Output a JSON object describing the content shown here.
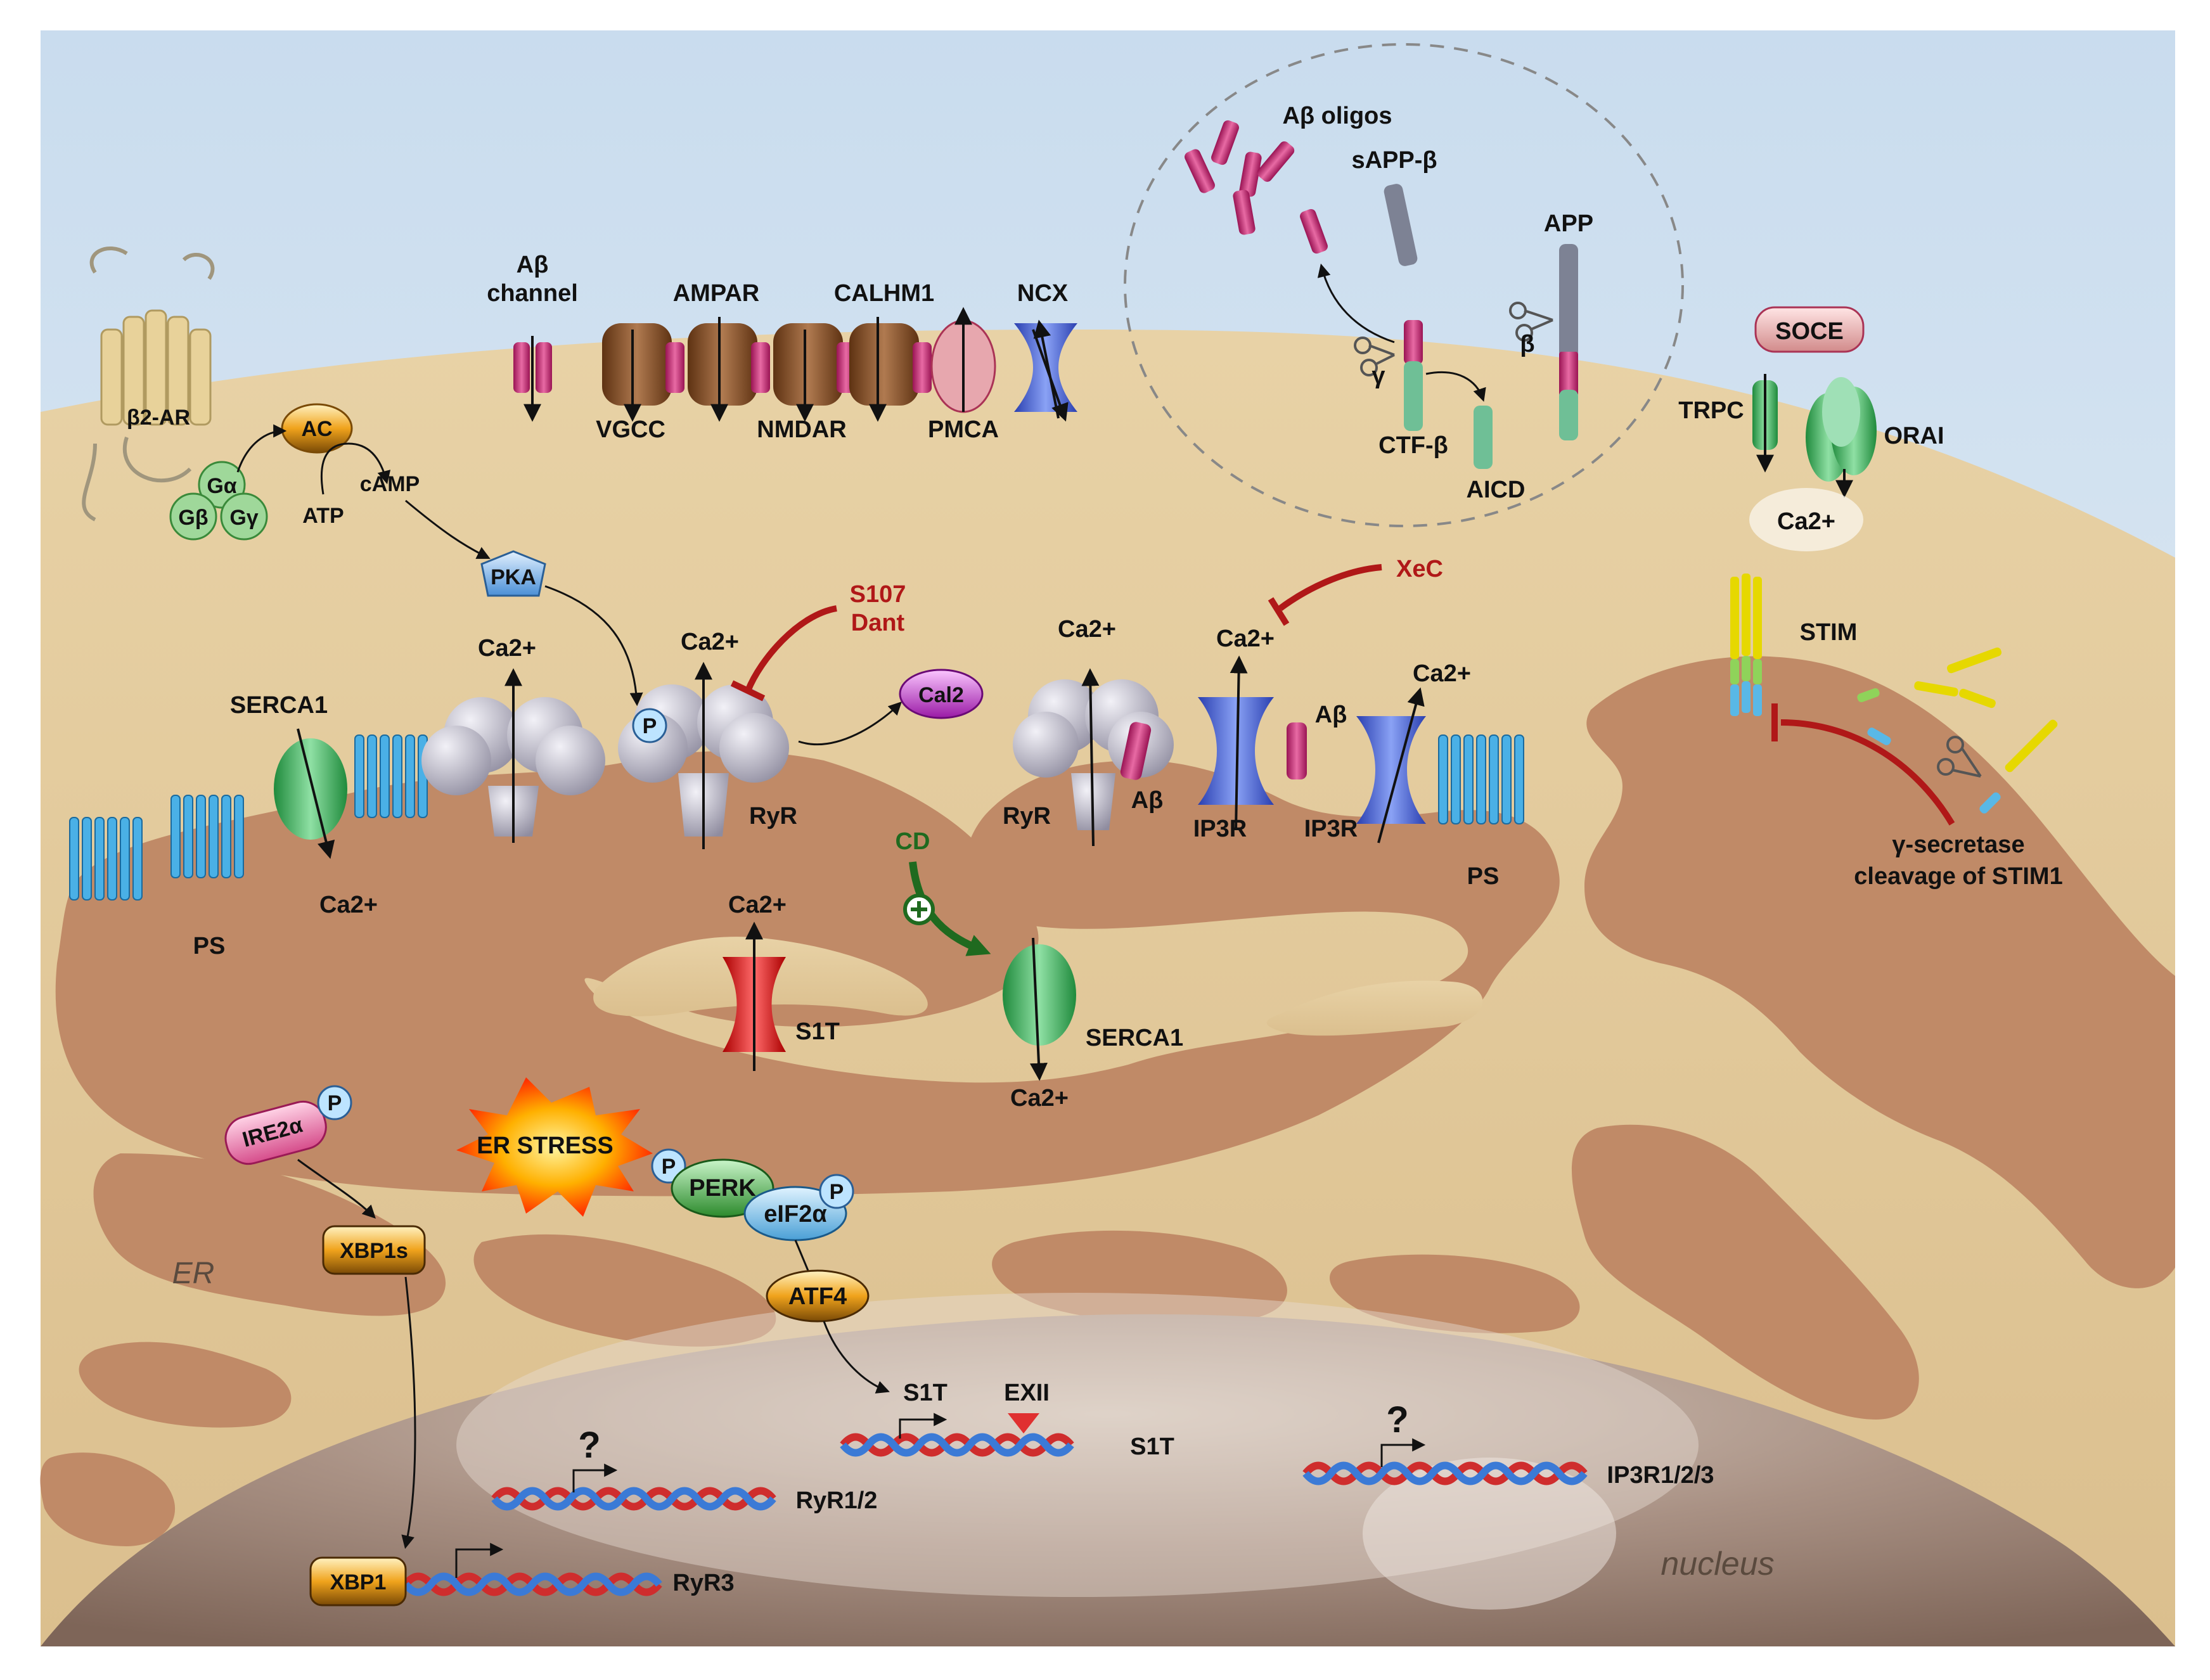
{
  "membrane_labels": {
    "abeta_channel": [
      "Aβ",
      "channel"
    ],
    "vgcc": "VGCC",
    "ampar": "AMPAR",
    "nmdar": "NMDAR",
    "calhm1": "CALHM1",
    "pmca": "PMCA",
    "ncx": "NCX",
    "b2ar": "β2-AR",
    "ac": "AC",
    "g_alpha": "Gα",
    "g_beta": "Gβ",
    "g_gamma": "Gγ",
    "atp": "ATP",
    "camp": "cAMP",
    "pka": "PKA",
    "trpc": "TRPC",
    "orai": "ORAI",
    "soce": "SOCE",
    "ca_soce": "Ca2+"
  },
  "app_processing": {
    "abeta_oligos": "Aβ oligos",
    "sapp_beta": "sAPP-β",
    "app": "APP",
    "gamma": "γ",
    "beta": "β",
    "ctf_beta": "CTF-β",
    "aicd": "AICD"
  },
  "er_labels": {
    "ca_ryr_left": "Ca2+",
    "ca_ryr_mid": "Ca2+",
    "ca_ryr_right": "Ca2+",
    "ca_ip3r_mid": "Ca2+",
    "ca_ip3r_right": "Ca2+",
    "ca_serca_left": "Ca2+",
    "ca_s1t": "Ca2+",
    "ca_serca_mid": "Ca2+",
    "serca1_left": "SERCA1",
    "serca1_mid": "SERCA1",
    "ps_left": "PS",
    "ps_right": "PS",
    "ryr_mid": "RyR",
    "ryr_right": "RyR",
    "abeta_ryr": "Aβ",
    "abeta_ip3r": "Aβ",
    "ip3r_a": "IP3R",
    "ip3r_b": "IP3R",
    "p_ryr": "P",
    "cal2": "Cal2",
    "s107": "S107",
    "dant": "Dant",
    "xec": "XeC",
    "cd": "CD",
    "s1t": "S1T",
    "stim": "STIM",
    "gamma_secretase": [
      "γ-secretase",
      "cleavage of STIM1"
    ],
    "er": "ER"
  },
  "stress": {
    "ire2a": "IRE2α",
    "p_ire": "P",
    "er_stress": "ER STRESS",
    "perk": "PERK",
    "p_perk": "P",
    "eif2a": "eIF2α",
    "p_eif": "P",
    "atf4": "ATF4",
    "xbp1s": "XBP1s",
    "xbp1": "XBP1"
  },
  "nucleus": {
    "label": "nucleus",
    "s1t_promoter": "S1T",
    "exii": "EXII",
    "s1t_gene": "S1T",
    "ryr12": "RyR1/2",
    "ryr3": "RyR3",
    "ip3r123": "IP3R1/2/3",
    "q1": "?",
    "q2": "?"
  },
  "colors": {
    "sky": "#cfe0ee",
    "cytoplasm": "#e6cd9f",
    "er": "#c08a67",
    "nucleus": "#9c8375",
    "inhibitor": "#b01818",
    "activator": "#1f6a1f"
  }
}
